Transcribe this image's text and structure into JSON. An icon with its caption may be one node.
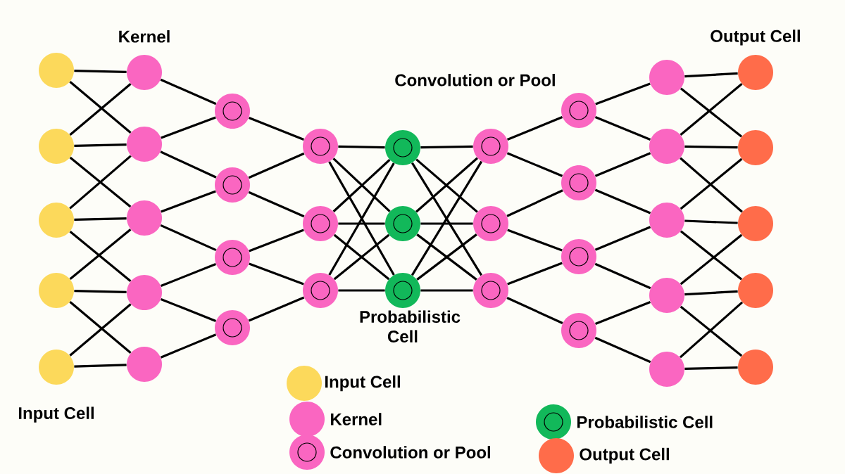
{
  "diagram": {
    "nodes": [
      {
        "text": [],
        "shape": "circle"
      },
      {
        "text": [],
        "shape": "circle"
      },
      {
        "text": [],
        "shape": "circle"
      },
      {
        "text": [],
        "shape": "circle"
      },
      {
        "text": [],
        "shape": "circle",
        "beside": [
          "Input Cell"
        ]
      },
      {
        "text": [],
        "shape": "circle",
        "beside": [
          "Kernel"
        ]
      },
      {
        "text": [],
        "shape": "circle"
      },
      {
        "text": [],
        "shape": "circle"
      },
      {
        "text": [],
        "shape": "circle"
      },
      {
        "text": [],
        "shape": "circle"
      },
      {
        "text": [],
        "shape": "circle"
      },
      {
        "text": [],
        "shape": "circle"
      },
      {
        "text": [],
        "shape": "circle"
      },
      {
        "text": [],
        "shape": "circle"
      },
      {
        "text": [],
        "shape": "circle"
      },
      {
        "text": [],
        "shape": "circle"
      },
      {
        "text": [],
        "shape": "circle"
      },
      {
        "text": [],
        "shape": "circle"
      },
      {
        "text": [],
        "shape": "circle"
      },
      {
        "text": [],
        "shape": "circle",
        "beside": [
          "Probabilistic Cell"
        ]
      },
      {
        "text": [],
        "shape": "circle"
      },
      {
        "text": [],
        "shape": "circle"
      },
      {
        "text": [],
        "shape": "circle"
      },
      {
        "text": [],
        "shape": "circle",
        "beside": [
          "Convolution or Pool"
        ]
      },
      {
        "text": [],
        "shape": "circle"
      },
      {
        "text": [],
        "shape": "circle"
      },
      {
        "text": [],
        "shape": "circle"
      },
      {
        "text": [],
        "shape": "circle"
      },
      {
        "text": [],
        "shape": "circle"
      },
      {
        "text": [],
        "shape": "circle"
      },
      {
        "text": [],
        "shape": "circle"
      },
      {
        "text": [],
        "shape": "circle"
      },
      {
        "text": [],
        "shape": "circle",
        "beside": [
          "Output Cell"
        ]
      },
      {
        "text": [],
        "shape": "circle"
      },
      {
        "text": [],
        "shape": "circle"
      },
      {
        "text": [],
        "shape": "circle"
      },
      {
        "text": [],
        "shape": "circle"
      }
    ],
    "edges": [
      {
        "from": 0,
        "to": 5,
        "arrow": "none"
      },
      {
        "from": 0,
        "to": 6,
        "arrow": "none"
      },
      {
        "from": 1,
        "to": 5,
        "arrow": "none"
      },
      {
        "from": 1,
        "to": 6,
        "arrow": "none"
      },
      {
        "from": 1,
        "to": 7,
        "arrow": "none"
      },
      {
        "from": 2,
        "to": 6,
        "arrow": "none"
      },
      {
        "from": 2,
        "to": 7,
        "arrow": "none"
      },
      {
        "from": 2,
        "to": 8,
        "arrow": "none"
      },
      {
        "from": 3,
        "to": 7,
        "arrow": "none"
      },
      {
        "from": 3,
        "to": 8,
        "arrow": "none"
      },
      {
        "from": 3,
        "to": 9,
        "arrow": "none"
      },
      {
        "from": 4,
        "to": 8,
        "arrow": "none"
      },
      {
        "from": 4,
        "to": 9,
        "arrow": "none"
      },
      {
        "from": 5,
        "to": 10,
        "arrow": "none"
      },
      {
        "from": 6,
        "to": 10,
        "arrow": "none"
      },
      {
        "from": 6,
        "to": 11,
        "arrow": "none"
      },
      {
        "from": 7,
        "to": 11,
        "arrow": "none"
      },
      {
        "from": 7,
        "to": 12,
        "arrow": "none"
      },
      {
        "from": 8,
        "to": 12,
        "arrow": "none"
      },
      {
        "from": 8,
        "to": 13,
        "arrow": "none"
      },
      {
        "from": 9,
        "to": 13,
        "arrow": "none"
      },
      {
        "from": 10,
        "to": 14,
        "arrow": "none"
      },
      {
        "from": 11,
        "to": 14,
        "arrow": "none"
      },
      {
        "from": 11,
        "to": 15,
        "arrow": "none"
      },
      {
        "from": 12,
        "to": 15,
        "arrow": "none"
      },
      {
        "from": 12,
        "to": 16,
        "arrow": "none"
      },
      {
        "from": 13,
        "to": 16,
        "arrow": "none"
      },
      {
        "from": 14,
        "to": 17,
        "arrow": "none"
      },
      {
        "from": 14,
        "to": 18,
        "arrow": "none"
      },
      {
        "from": 14,
        "to": 19,
        "arrow": "none"
      },
      {
        "from": 15,
        "to": 17,
        "arrow": "none"
      },
      {
        "from": 15,
        "to": 18,
        "arrow": "none"
      },
      {
        "from": 15,
        "to": 19,
        "arrow": "none"
      },
      {
        "from": 16,
        "to": 17,
        "arrow": "none"
      },
      {
        "from": 16,
        "to": 18,
        "arrow": "none"
      },
      {
        "from": 16,
        "to": 19,
        "arrow": "none"
      },
      {
        "from": 17,
        "to": 20,
        "arrow": "none"
      },
      {
        "from": 17,
        "to": 21,
        "arrow": "none"
      },
      {
        "from": 17,
        "to": 22,
        "arrow": "none"
      },
      {
        "from": 18,
        "to": 20,
        "arrow": "none"
      },
      {
        "from": 18,
        "to": 21,
        "arrow": "none"
      },
      {
        "from": 18,
        "to": 22,
        "arrow": "none"
      },
      {
        "from": 19,
        "to": 20,
        "arrow": "none"
      },
      {
        "from": 19,
        "to": 21,
        "arrow": "none"
      },
      {
        "from": 19,
        "to": 22,
        "arrow": "none"
      },
      {
        "from": 20,
        "to": 23,
        "arrow": "none"
      },
      {
        "from": 20,
        "to": 24,
        "arrow": "none"
      },
      {
        "from": 21,
        "to": 24,
        "arrow": "none"
      },
      {
        "from": 21,
        "to": 25,
        "arrow": "none"
      },
      {
        "from": 22,
        "to": 25,
        "arrow": "none"
      },
      {
        "from": 22,
        "to": 26,
        "arrow": "none"
      },
      {
        "from": 23,
        "to": 27,
        "arrow": "none"
      },
      {
        "from": 23,
        "to": 28,
        "arrow": "none"
      },
      {
        "from": 24,
        "to": 28,
        "arrow": "none"
      },
      {
        "from": 24,
        "to": 29,
        "arrow": "none"
      },
      {
        "from": 25,
        "to": 29,
        "arrow": "none"
      },
      {
        "from": 25,
        "to": 30,
        "arrow": "none"
      },
      {
        "from": 26,
        "to": 30,
        "arrow": "none"
      },
      {
        "from": 26,
        "to": 31,
        "arrow": "none"
      },
      {
        "from": 27,
        "to": 32,
        "arrow": "none"
      },
      {
        "from": 27,
        "to": 33,
        "arrow": "none"
      },
      {
        "from": 28,
        "to": 32,
        "arrow": "none"
      },
      {
        "from": 28,
        "to": 33,
        "arrow": "none"
      },
      {
        "from": 28,
        "to": 34,
        "arrow": "none"
      },
      {
        "from": 29,
        "to": 33,
        "arrow": "none"
      },
      {
        "from": 29,
        "to": 34,
        "arrow": "none"
      },
      {
        "from": 29,
        "to": 35,
        "arrow": "none"
      },
      {
        "from": 30,
        "to": 34,
        "arrow": "none"
      },
      {
        "from": 30,
        "to": 35,
        "arrow": "none"
      },
      {
        "from": 30,
        "to": 36,
        "arrow": "none"
      },
      {
        "from": 31,
        "to": 35,
        "arrow": "none"
      },
      {
        "from": 31,
        "to": 36,
        "arrow": "none"
      }
    ],
    "legend": [
      {
        "text": "Input Cell",
        "color": "#fcd95b"
      },
      {
        "text": "Kernel",
        "color": "#fa66c1"
      },
      {
        "text": "Convolution or Pool",
        "color": "#fa66c1"
      },
      {
        "text": "Probabilistic Cell",
        "color": "#12b85a"
      },
      {
        "text": "Output Cell",
        "color": "#ff6c4a"
      }
    ]
  }
}
